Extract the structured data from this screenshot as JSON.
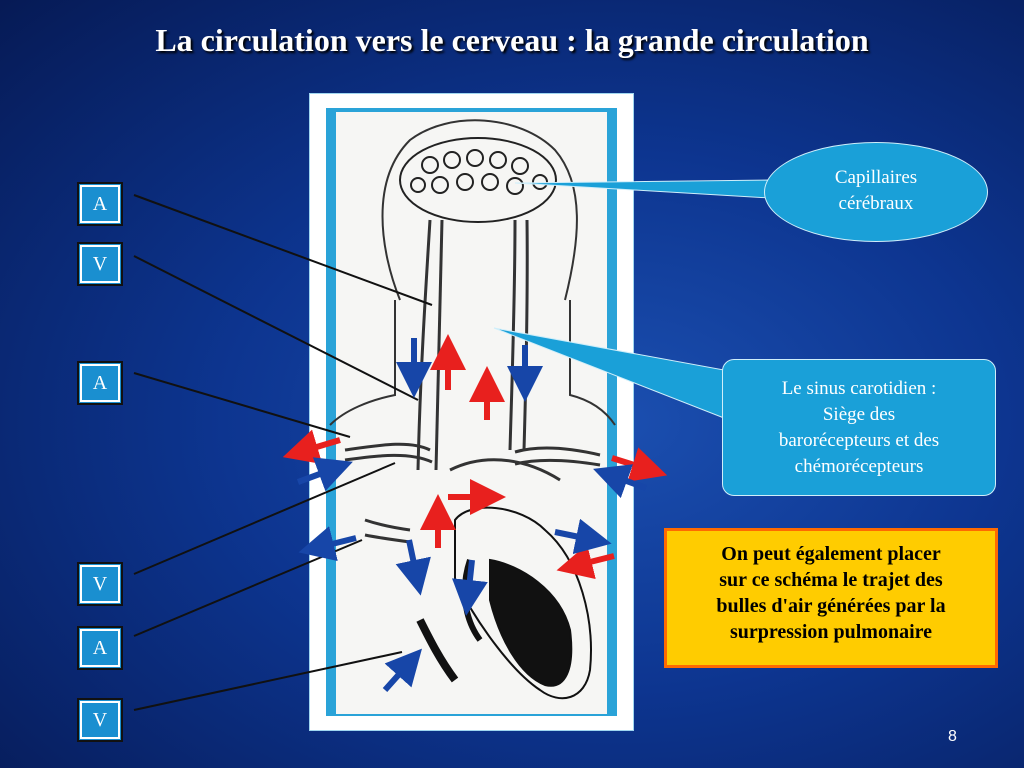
{
  "slide": {
    "title": "La circulation vers le cerveau : la grande circulation",
    "slide_number": "8"
  },
  "labels": [
    "A",
    "V",
    "A",
    "V",
    "A",
    "V"
  ],
  "callouts": {
    "capillaires": [
      "Capillaires",
      "cérébraux"
    ],
    "sinus": [
      "Le sinus carotidien :",
      "Siège des",
      "barorécepteurs et des",
      "chémorécepteurs"
    ]
  },
  "note": [
    "On peut également placer",
    "sur ce schéma le trajet des",
    "bulles d'air générées par la",
    "surpression pulmonaire"
  ],
  "colors": {
    "artery_arrow": "#e8201e",
    "vein_arrow": "#1746a8",
    "label_fill": "#1a8fd0",
    "callout_fill": "#1aa0d8",
    "note_fill": "#ffcc00",
    "note_border": "#ff6a00"
  }
}
